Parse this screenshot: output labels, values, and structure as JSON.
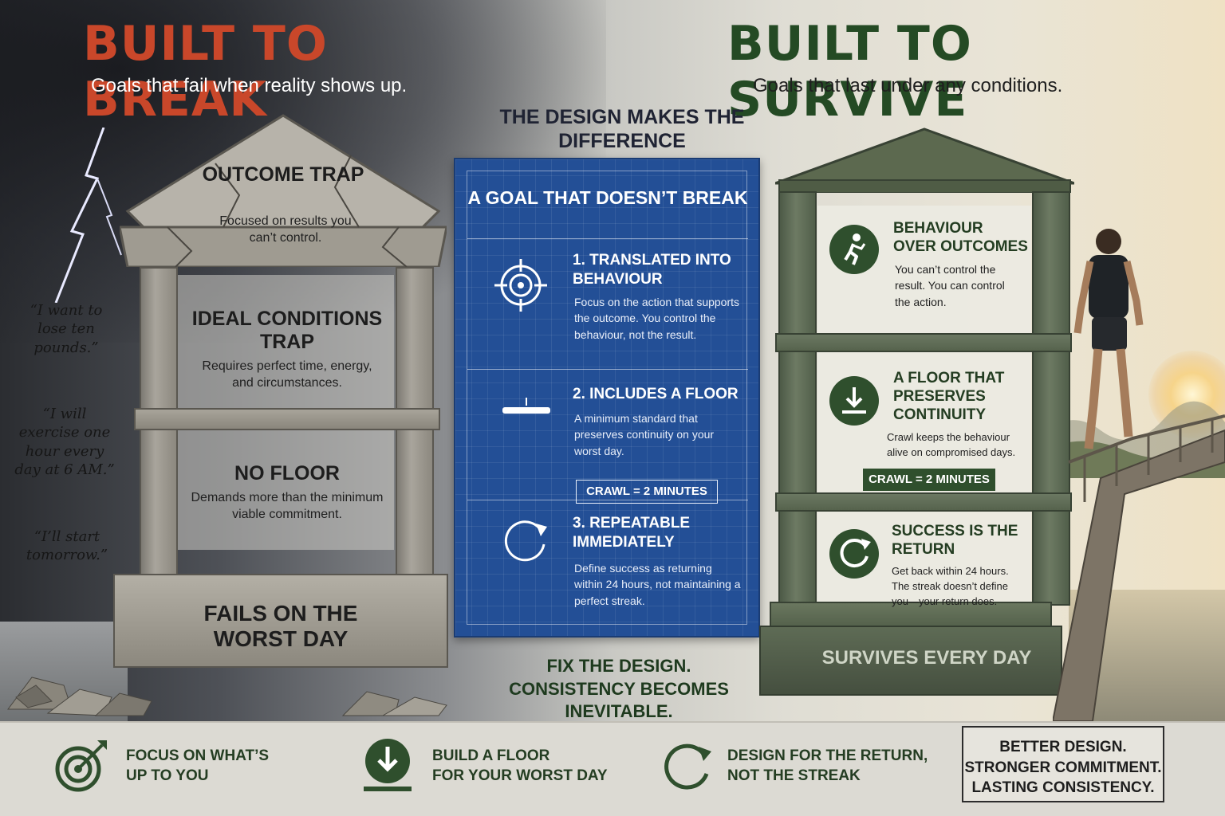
{
  "left": {
    "headline": "BUILT TO BREAK",
    "subheadline": "Goals that fail when reality shows up.",
    "quotes": [
      "“I want to lose ten pounds.”",
      "“I will exercise one hour every day at 6 AM.”",
      "“I’ll start tomorrow.”"
    ],
    "traps": [
      {
        "title": "OUTCOME TRAP",
        "text": "Focused on results you can’t control."
      },
      {
        "title": "IDEAL CONDITIONS TRAP",
        "text": "Requires perfect time, energy, and circumstances."
      },
      {
        "title": "NO FLOOR",
        "text": "Demands more than the minimum viable commitment."
      }
    ],
    "base_label": "FAILS ON THE WORST DAY"
  },
  "center": {
    "heading": "THE DESIGN MAKES THE DIFFERENCE",
    "blueprint_title": "A GOAL THAT DOESN’T BREAK",
    "items": [
      {
        "title": "1. TRANSLATED INTO BEHAVIOUR",
        "text": "Focus on the action that supports the outcome. You control the behaviour, not the result.",
        "icon": "target-crosshair-icon"
      },
      {
        "title": "2. INCLUDES A FLOOR",
        "text": "A minimum standard that preserves continuity on your worst day.",
        "icon": "floor-line-icon"
      },
      {
        "title": "3. REPEATABLE IMMEDIATELY",
        "text": "Define success as returning within 24 hours, not maintaining a perfect streak.",
        "icon": "refresh-cycle-icon"
      }
    ],
    "crawl": "CRAWL = 2 MINUTES",
    "tagline_1": "FIX THE DESIGN.",
    "tagline_2": "CONSISTENCY BECOMES INEVITABLE."
  },
  "right": {
    "headline": "BUILT TO SURVIVE",
    "subheadline": "Goals that last under any conditions.",
    "pillars": [
      {
        "title": "BEHAVIOUR OVER OUTCOMES",
        "text": "You can’t control the result. You can control the action.",
        "icon": "running-person-icon"
      },
      {
        "title": "A FLOOR THAT PRESERVES CONTINUITY",
        "text": "Crawl keeps the behaviour alive on compromised days.",
        "icon": "download-arrow-icon"
      },
      {
        "title": "SUCCESS IS THE RETURN",
        "text": "Get back within 24 hours. The streak doesn’t define you—your return does.",
        "icon": "refresh-cycle-icon"
      }
    ],
    "crawl": "CRAWL = 2 MINUTES",
    "base_label": "SURVIVES EVERY DAY"
  },
  "footer": {
    "items": [
      {
        "text_1": "FOCUS ON WHAT’S",
        "text_2": "UP TO YOU",
        "icon": "target-arrow-icon"
      },
      {
        "text_1": "BUILD A FLOOR",
        "text_2": "FOR YOUR WORST DAY",
        "icon": "download-arrow-icon"
      },
      {
        "text_1": "DESIGN FOR THE RETURN,",
        "text_2": "NOT THE STREAK",
        "icon": "refresh-cycle-icon"
      }
    ],
    "box_lines": [
      "BETTER DESIGN.",
      "STRONGER COMMITMENT.",
      "LASTING CONSISTENCY."
    ]
  },
  "colors": {
    "break_red": "#c9472a",
    "survive_green": "#244a24",
    "blueprint_blue": "#234f96",
    "icon_green": "#2f4f2d"
  }
}
